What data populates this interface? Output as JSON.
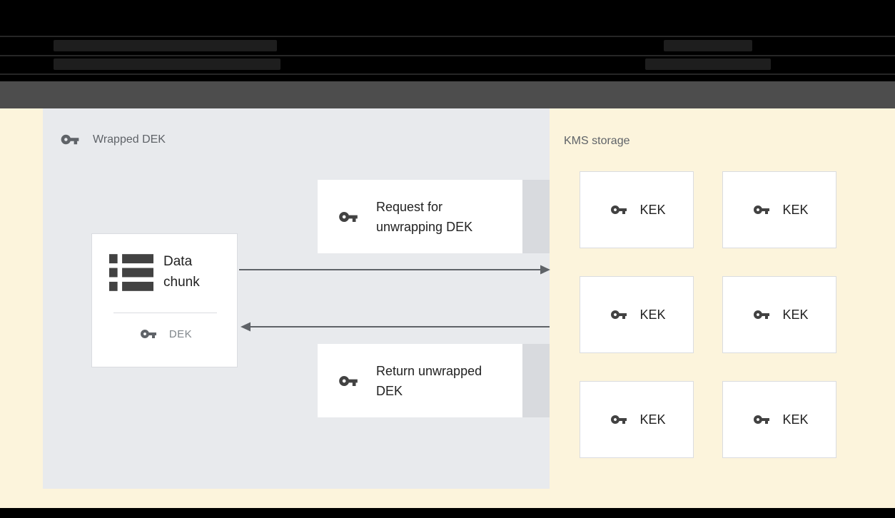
{
  "diagram": {
    "wrapped_dek": {
      "label": "Wrapped DEK"
    },
    "request_box": {
      "label": "Request for unwrapping DEK"
    },
    "return_box": {
      "label": "Return unwrapped DEK"
    },
    "data_chunk": {
      "title": "Data chunk",
      "key_label": "DEK"
    },
    "kms": {
      "label": "KMS storage",
      "kek_label": "KEK",
      "kek_count": 6
    }
  },
  "colors": {
    "background": "#FCF4DC",
    "panel": "#E8EAED",
    "box_border": "#DADCE0",
    "tab": "#D8DADE",
    "text_dark": "#212121",
    "label_gray": "#5F6368",
    "dek_gray": "#80868B",
    "arrow": "#5F6368",
    "header_black": "#000000",
    "header_band": "#4D4D4D"
  }
}
